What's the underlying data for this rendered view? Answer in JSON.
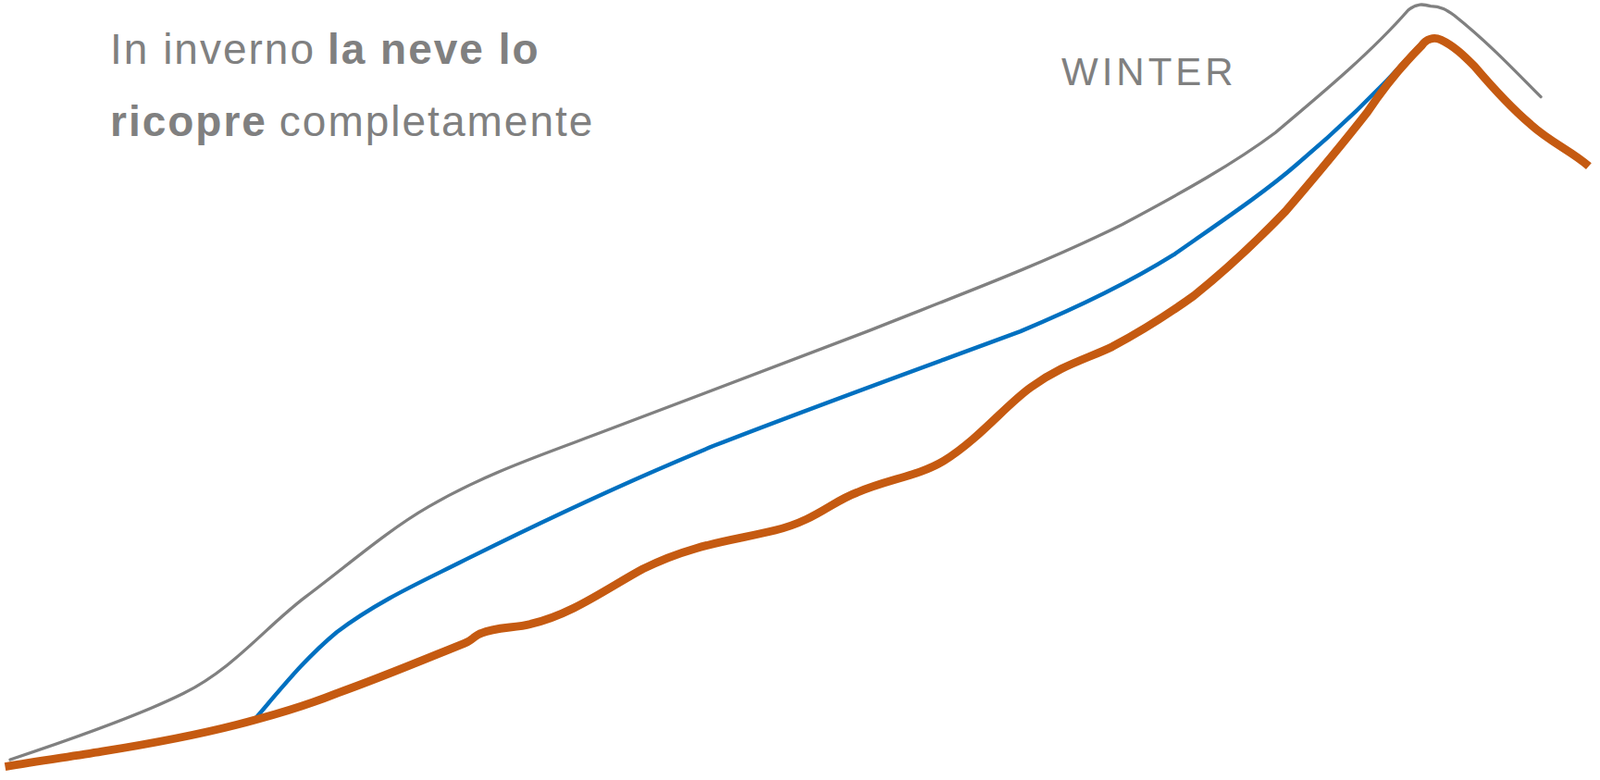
{
  "diagram": {
    "labels": [
      "In inverno",
      "la neve lo ricopre",
      "completamente",
      "WINTER"
    ]
  }
}
